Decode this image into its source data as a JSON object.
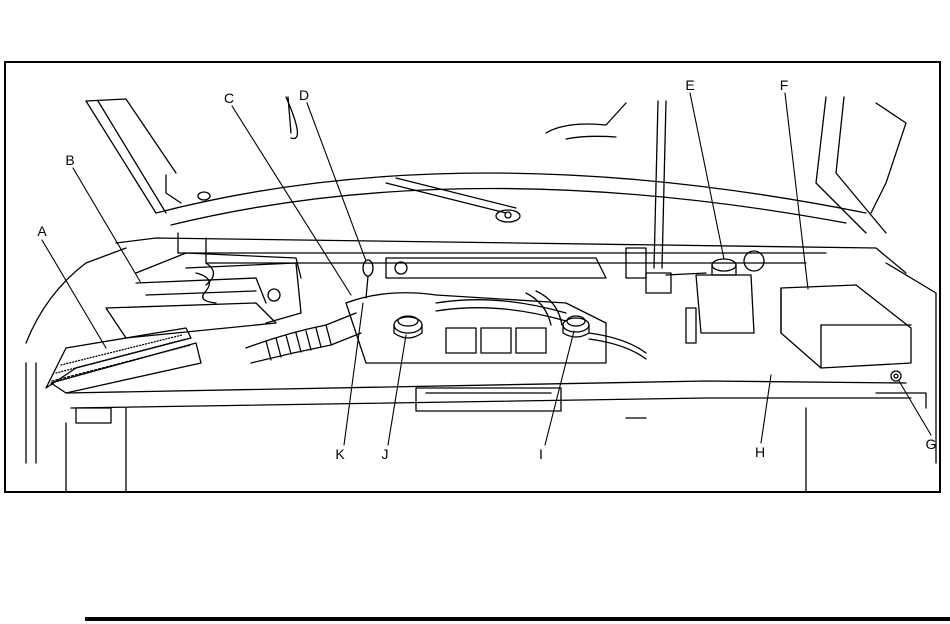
{
  "figure": {
    "type": "engine compartment line drawing",
    "stroke_color": "#000000",
    "background_color": "#ffffff"
  },
  "callouts": {
    "A": "A",
    "B": "B",
    "C": "C",
    "D": "D",
    "E": "E",
    "F": "F",
    "G": "G",
    "H": "H",
    "I": "I",
    "J": "J",
    "K": "K"
  }
}
